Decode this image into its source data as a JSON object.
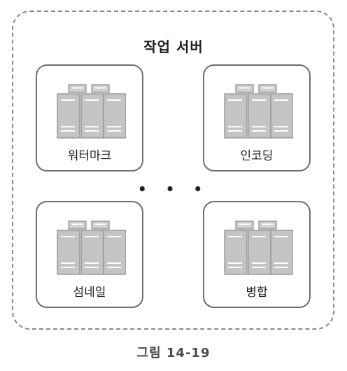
{
  "diagram": {
    "title": "작업 서버",
    "ellipsis": "• • •",
    "caption": "그림 14-19",
    "workers": [
      {
        "label": "워터마크",
        "icon": "server-rack-icon"
      },
      {
        "label": "인코딩",
        "icon": "server-rack-icon"
      },
      {
        "label": "섬네일",
        "icon": "server-rack-icon"
      },
      {
        "label": "병합",
        "icon": "server-rack-icon"
      }
    ]
  }
}
